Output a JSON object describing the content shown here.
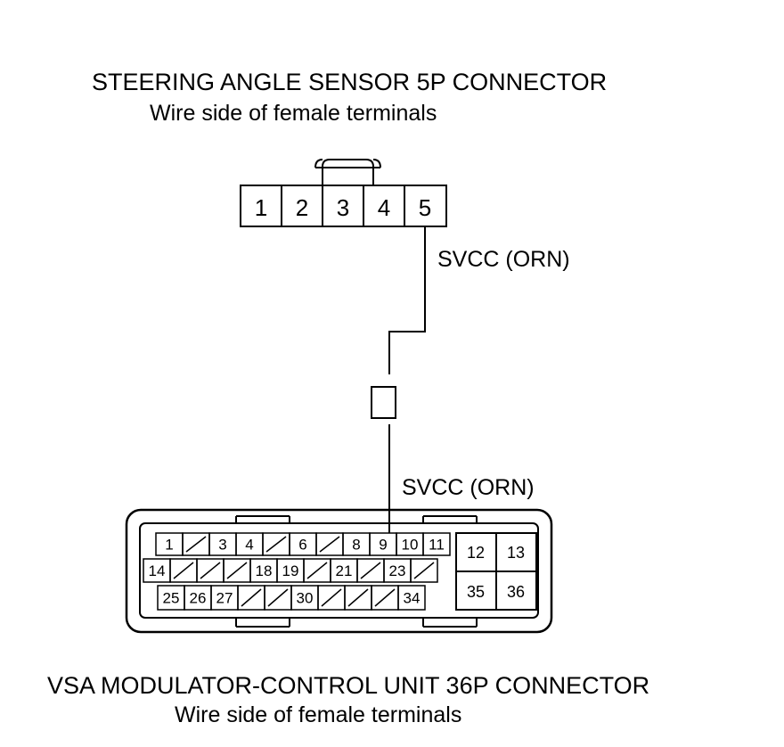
{
  "sensor_connector": {
    "title": "STEERING ANGLE SENSOR 5P CONNECTOR",
    "subtitle": "Wire side of female terminals",
    "pins": [
      "1",
      "2",
      "3",
      "4",
      "5"
    ]
  },
  "wire_top_label": "SVCC (ORN)",
  "wire_bottom_label": "SVCC (ORN)",
  "unit_connector": {
    "title": "VSA MODULATOR-CONTROL UNIT 36P CONNECTOR",
    "subtitle": "Wire side of female terminals",
    "row1": [
      "1",
      "",
      "3",
      "4",
      "",
      "6",
      "",
      "8",
      "9",
      "10",
      "11"
    ],
    "row2": [
      "14",
      "",
      "",
      "",
      "18",
      "19",
      "",
      "21",
      "",
      "23",
      ""
    ],
    "row3": [
      "25",
      "26",
      "27",
      "",
      "",
      "30",
      "",
      "",
      "",
      "34"
    ],
    "block_top": [
      "12",
      "13"
    ],
    "block_bottom": [
      "35",
      "36"
    ]
  },
  "colors": {
    "line": "#000000",
    "background": "#ffffff"
  }
}
